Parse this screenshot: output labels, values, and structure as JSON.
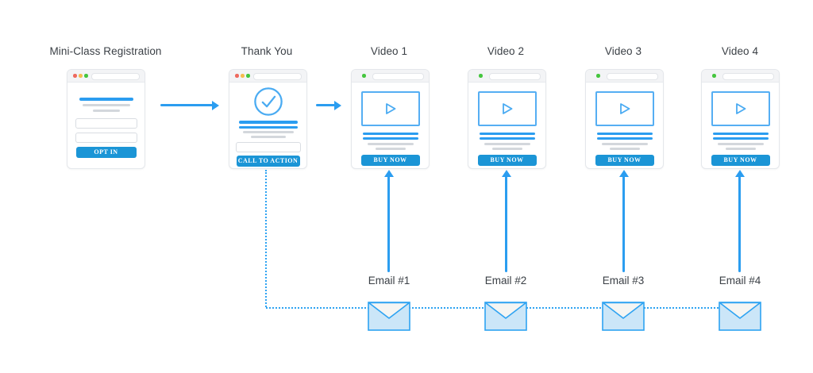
{
  "diagram": {
    "columns": {
      "registration": {
        "label": "Mini-Class Registration",
        "button": "OPT IN"
      },
      "thank_you": {
        "label": "Thank You",
        "button": "CALL TO ACTION"
      },
      "videos": [
        {
          "label": "Video 1",
          "button": "BUY NOW"
        },
        {
          "label": "Video 2",
          "button": "BUY NOW"
        },
        {
          "label": "Video 3",
          "button": "BUY NOW"
        },
        {
          "label": "Video 4",
          "button": "BUY NOW"
        }
      ],
      "emails": [
        {
          "label": "Email #1"
        },
        {
          "label": "Email #2"
        },
        {
          "label": "Email #3"
        },
        {
          "label": "Email #4"
        }
      ]
    },
    "icons": [
      "window-control-red-icon",
      "window-control-yellow-icon",
      "window-control-green-icon",
      "check-circle-icon",
      "play-icon",
      "envelope-icon",
      "arrow-right-icon",
      "arrow-up-icon",
      "dotted-connector"
    ],
    "colors": {
      "accent_blue": "#2b9df0",
      "button_blue": "#1b95d6",
      "dotted_blue": "#2ea3f2",
      "envelope_fill": "#cbe6f8",
      "envelope_flap": "#f4f5f3",
      "gray_line": "#d3d7dc",
      "window_border": "#e4e7eb",
      "titlebar_bg": "#f3f4f6",
      "dot_red": "#ee6a5f",
      "dot_yellow": "#f5bd4f",
      "dot_green": "#45c63e",
      "text": "#3b4046",
      "background": "#ffffff"
    }
  }
}
